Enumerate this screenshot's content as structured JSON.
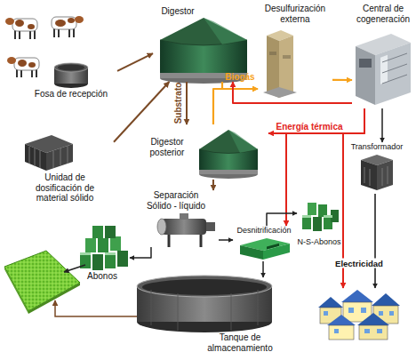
{
  "diagram": {
    "nodes": [
      {
        "text": [
          "Fosa de recepción"
        ]
      },
      {
        "text": [
          "Unidad de dosificación de material sólido"
        ]
      },
      {
        "text": [
          "Digestor"
        ]
      },
      {
        "text": [
          "Desulfurización externa"
        ]
      },
      {
        "text": [
          "Central de cogeneración"
        ]
      },
      {
        "text": [
          "Digestor posterior"
        ]
      },
      {
        "text": [
          "Transformador"
        ]
      },
      {
        "text": [
          "Separación Sólido - líquido"
        ]
      },
      {
        "text": [
          "Desnitrificación"
        ]
      },
      {
        "text": [
          "N-S-Abonos"
        ]
      },
      {
        "text": [
          "Abonos"
        ]
      },
      {
        "text": [
          "Tanque de almacenamiento"
        ]
      }
    ],
    "edges": [
      {
        "from": 0,
        "to": 2,
        "arrow": "to"
      },
      {
        "from": 1,
        "to": 2,
        "arrow": "to"
      },
      {
        "from": 2,
        "to": 5,
        "label": "Substrato",
        "arrow": "to"
      },
      {
        "from": 2,
        "to": 3,
        "label": "Biogás",
        "arrow": "to"
      },
      {
        "from": 5,
        "to": 3,
        "arrow": "to"
      },
      {
        "from": 3,
        "to": 4,
        "arrow": "to"
      },
      {
        "from": 4,
        "to": 5,
        "label": "Energía térmica",
        "arrow": "to"
      },
      {
        "from": 4,
        "to": 2,
        "arrow": "to"
      },
      {
        "from": 4,
        "to": 8,
        "arrow": "to"
      },
      {
        "from": 4,
        "to": 6,
        "arrow": "to"
      },
      {
        "from": 5,
        "to": 7,
        "arrow": "to"
      },
      {
        "from": 7,
        "to": 8,
        "arrow": "to"
      },
      {
        "from": 7,
        "to": 10,
        "arrow": "to"
      },
      {
        "from": 8,
        "to": 9,
        "arrow": "to"
      },
      {
        "from": 8,
        "to": 11,
        "arrow": "to"
      }
    ],
    "labels": [
      "Electricidad"
    ]
  }
}
